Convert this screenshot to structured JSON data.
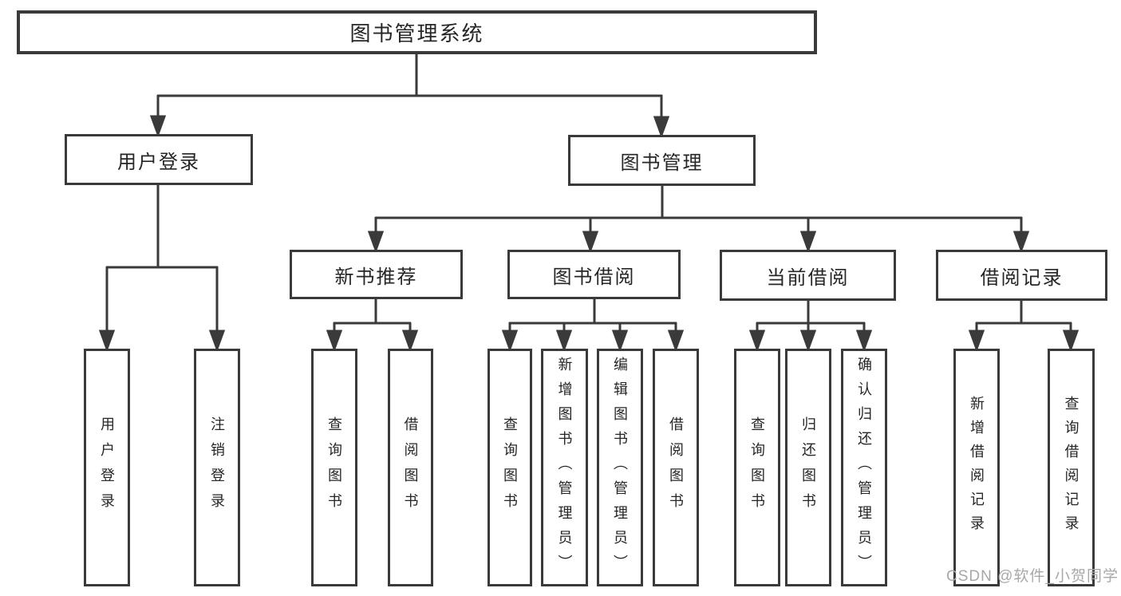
{
  "diagram_title": "图书管理系统",
  "colors": {
    "line": "#3a3a3a",
    "text": "#262626",
    "watermark": "#a8a8a8",
    "background": "#ffffff"
  },
  "tree": {
    "root": {
      "label": "图书管理系统"
    },
    "level2": [
      {
        "label": "用户登录",
        "parent": "图书管理系统"
      },
      {
        "label": "图书管理",
        "parent": "图书管理系统"
      }
    ],
    "level3": [
      {
        "label": "新书推荐",
        "parent": "图书管理"
      },
      {
        "label": "图书借阅",
        "parent": "图书管理"
      },
      {
        "label": "当前借阅",
        "parent": "图书管理"
      },
      {
        "label": "借阅记录",
        "parent": "图书管理"
      }
    ],
    "leaves": [
      {
        "label": "用户登录",
        "parent": "用户登录"
      },
      {
        "label": "注销登录",
        "parent": "用户登录"
      },
      {
        "label": "查询图书",
        "parent": "新书推荐"
      },
      {
        "label": "借阅图书",
        "parent": "新书推荐"
      },
      {
        "label": "查询图书",
        "parent": "图书借阅"
      },
      {
        "label": "新增图书（管理员）",
        "parent": "图书借阅"
      },
      {
        "label": "编辑图书（管理员）",
        "parent": "图书借阅"
      },
      {
        "label": "借阅图书",
        "parent": "图书借阅"
      },
      {
        "label": "查询图书",
        "parent": "当前借阅"
      },
      {
        "label": "归还图书",
        "parent": "当前借阅"
      },
      {
        "label": "确认归还（管理员）",
        "parent": "当前借阅"
      },
      {
        "label": "新增借阅记录",
        "parent": "借阅记录"
      },
      {
        "label": "查询借阅记录",
        "parent": "借阅记录"
      }
    ]
  },
  "watermark": {
    "text": "CSDN @软件_小贺同学"
  }
}
